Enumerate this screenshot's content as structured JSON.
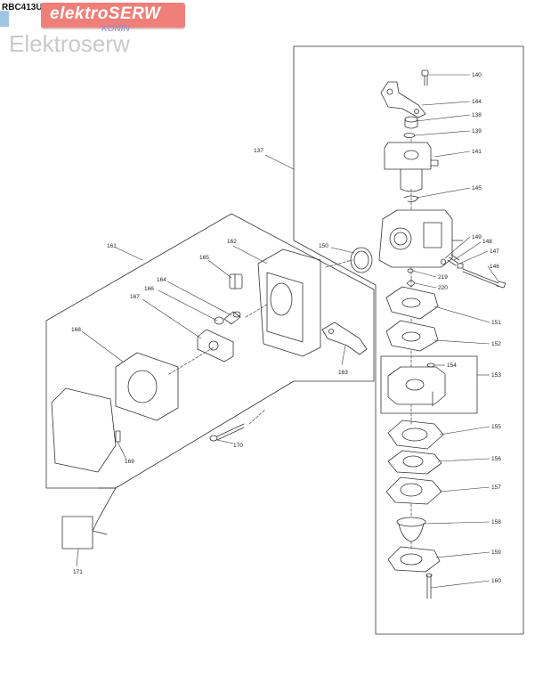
{
  "header": {
    "model_code": "RBC413U",
    "logo_text": "elektroSERW",
    "logo_subtext": "KONIN",
    "watermark": "Elektroserw"
  },
  "parts": [
    {
      "id": "p140",
      "label": "140"
    },
    {
      "id": "p144",
      "label": "144"
    },
    {
      "id": "p138",
      "label": "138"
    },
    {
      "id": "p139",
      "label": "139"
    },
    {
      "id": "p141",
      "label": "141"
    },
    {
      "id": "p145",
      "label": "145"
    },
    {
      "id": "p137",
      "label": "137"
    },
    {
      "id": "p149",
      "label": "149"
    },
    {
      "id": "p148",
      "label": "148"
    },
    {
      "id": "p147",
      "label": "147"
    },
    {
      "id": "p146",
      "label": "146"
    },
    {
      "id": "p150",
      "label": "150"
    },
    {
      "id": "p219",
      "label": "219"
    },
    {
      "id": "p220",
      "label": "220"
    },
    {
      "id": "p151",
      "label": "151"
    },
    {
      "id": "p152",
      "label": "152"
    },
    {
      "id": "p154",
      "label": "154"
    },
    {
      "id": "p153",
      "label": "153"
    },
    {
      "id": "p155",
      "label": "155"
    },
    {
      "id": "p156",
      "label": "156"
    },
    {
      "id": "p157",
      "label": "157"
    },
    {
      "id": "p158",
      "label": "158"
    },
    {
      "id": "p159",
      "label": "159"
    },
    {
      "id": "p160",
      "label": "160"
    },
    {
      "id": "p161",
      "label": "161"
    },
    {
      "id": "p162",
      "label": "162"
    },
    {
      "id": "p165",
      "label": "165"
    },
    {
      "id": "p164",
      "label": "164"
    },
    {
      "id": "p166",
      "label": "166"
    },
    {
      "id": "p167",
      "label": "167"
    },
    {
      "id": "p168",
      "label": "168"
    },
    {
      "id": "p163",
      "label": "163"
    },
    {
      "id": "p169",
      "label": "169"
    },
    {
      "id": "p170",
      "label": "170"
    },
    {
      "id": "p171",
      "label": "171"
    }
  ]
}
